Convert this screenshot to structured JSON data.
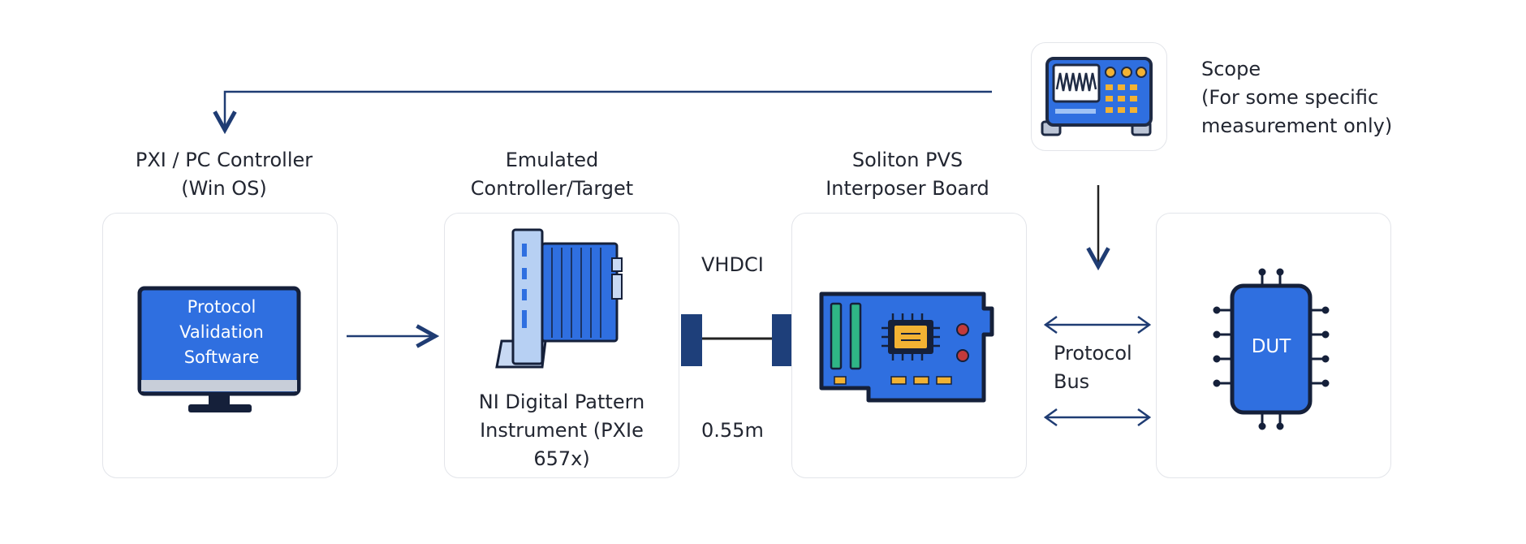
{
  "nodes": {
    "controller": {
      "title": "PXI / PC Controller\n(Win OS)",
      "screen_text": "Protocol\nValidation\nSoftware"
    },
    "emulated": {
      "title": "Emulated\nController/Target",
      "caption": "NI Digital  Pattern\nInstrument (PXIe\n657x)"
    },
    "interposer": {
      "title": "Soliton PVS\nInterposer Board"
    },
    "dut": {
      "label": "DUT"
    },
    "scope": {
      "label": "Scope\n(For some specific\nmeasurement only)"
    }
  },
  "connections": {
    "cable_type": "VHDCI",
    "cable_length": "0.55m",
    "bus_label": "Protocol\nBus"
  },
  "colors": {
    "accent": "#2f6fe0",
    "dark": "#1e3f7a",
    "line": "#1f3c73"
  }
}
